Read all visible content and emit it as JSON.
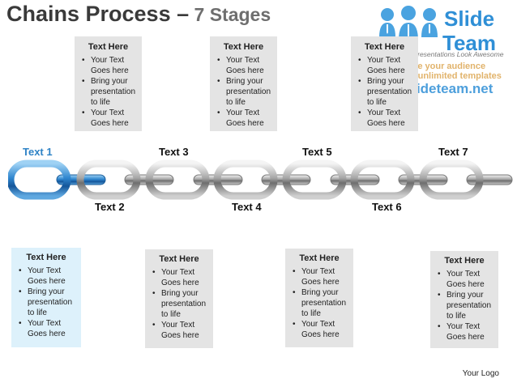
{
  "title": {
    "main": "Chains Process –",
    "sub": " 7 Stages"
  },
  "logo": {
    "brand_line1": "Slide",
    "brand_line2": "Team",
    "tagline": "Making Your Presentations Look Awesome",
    "watermark_1": "Amaze your audience",
    "watermark_2": "Download unlimited templates",
    "watermark_3": "www.slideteam.net",
    "color": "#2f8fd6"
  },
  "stages": [
    "Text 1",
    "Text 2",
    "Text 3",
    "Text 4",
    "Text 5",
    "Text 6",
    "Text 7"
  ],
  "top_boxes": [
    {
      "heading": "Text Here",
      "bullets": [
        "Your Text Goes here",
        "Bring your presentation to life",
        "Your Text Goes here"
      ]
    },
    {
      "heading": "Text Here",
      "bullets": [
        "Your Text Goes here",
        "Bring your presentation to life",
        "Your Text Goes here"
      ]
    },
    {
      "heading": "Text Here",
      "bullets": [
        "Your Text Goes here",
        "Bring your presentation to life",
        "Your Text Goes here"
      ]
    }
  ],
  "bottom_boxes": [
    {
      "heading": "Text Here",
      "bullets": [
        "Your Text Goes here",
        "Bring your presentation to life",
        "Your Text Goes here"
      ]
    },
    {
      "heading": "Text Here",
      "bullets": [
        "Your Text Goes here",
        "Bring your presentation to life",
        "Your Text Goes here"
      ]
    },
    {
      "heading": "Text Here",
      "bullets": [
        "Your Text Goes here",
        "Bring your presentation to life",
        "Your Text Goes here"
      ]
    },
    {
      "heading": "Text Here",
      "bullets": [
        "Your Text Goes here",
        "Bring your presentation to life",
        "Your Text Goes here"
      ]
    }
  ],
  "footer": {
    "logo_text": "Your Logo"
  },
  "colors": {
    "accent_blue": "#2e83c6",
    "chain_silver": "#9a9a9a",
    "box_grey": "#e4e4e4",
    "box_blue": "#ddf1fb"
  }
}
